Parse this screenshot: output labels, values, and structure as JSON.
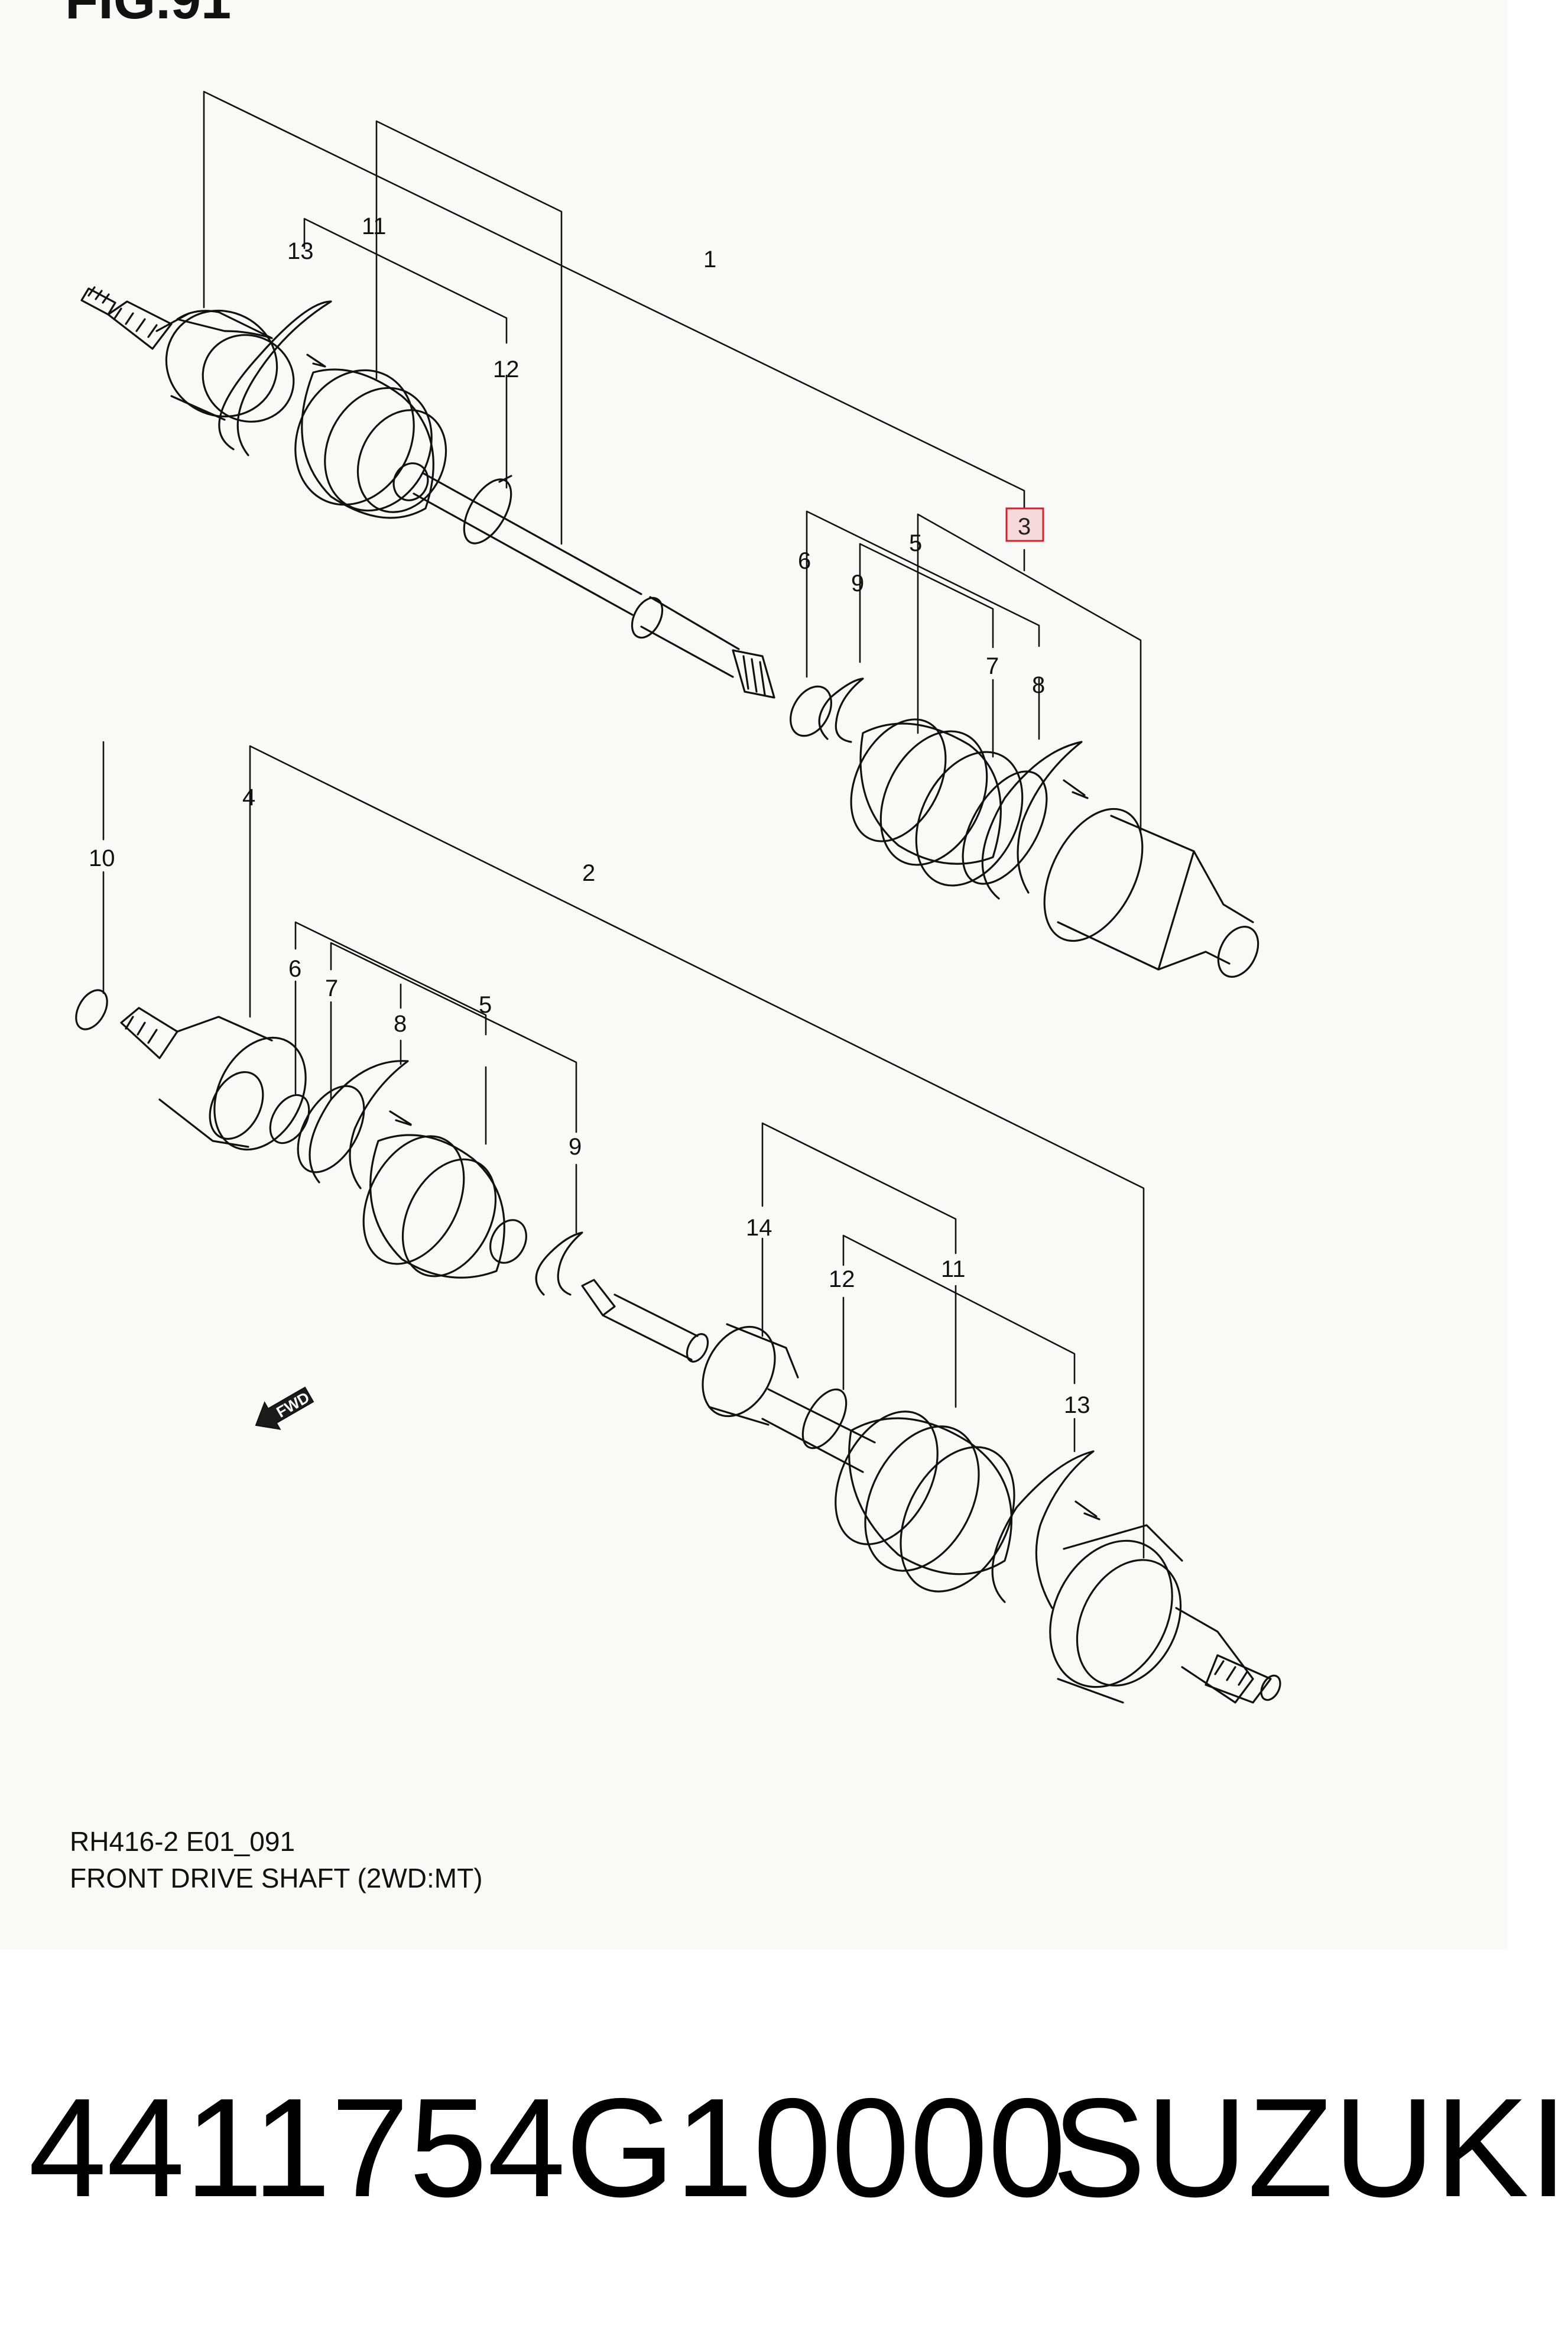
{
  "figure_header": "FIG.91",
  "callouts": {
    "c1": "1",
    "c2": "2",
    "c3": "3",
    "c4": "4",
    "c5_upper": "5",
    "c5_lower": "5",
    "c6_upper": "6",
    "c6_lower": "6",
    "c7_upper": "7",
    "c7_lower": "7",
    "c8_upper": "8",
    "c8_lower": "8",
    "c9_upper": "9",
    "c9_lower": "9",
    "c10": "10",
    "c11_upper": "11",
    "c11_lower": "11",
    "c12_upper": "12",
    "c12_lower": "12",
    "c13_upper": "13",
    "c13_lower": "13",
    "c14": "14"
  },
  "fwd_label": "FWD",
  "caption": {
    "code": "RH416-2 E01_091",
    "title": "FRONT DRIVE SHAFT (2WD:MT)"
  },
  "part_number": "4411754G10000",
  "brand": "SUZUKI",
  "colors": {
    "highlight_border": "#d0212f",
    "highlight_fill": "#f6d9db"
  }
}
